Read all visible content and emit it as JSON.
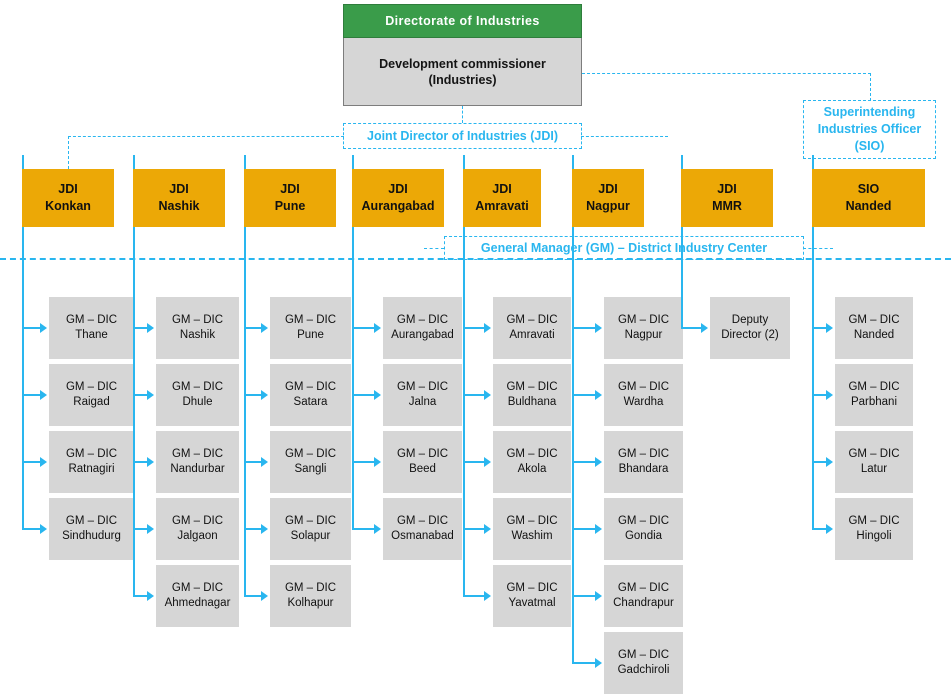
{
  "colors": {
    "green": "#3a9c4a",
    "orange": "#eca806",
    "grey": "#d6d6d6",
    "cyan": "#29b6ef",
    "text_dark": "#111111"
  },
  "header": {
    "title": "Directorate  of Industries",
    "subtitle_line1": "Development  commissioner",
    "subtitle_line2": "(Industries)"
  },
  "legends": {
    "jdi": "Joint Director  of Industries (JDI)",
    "sio_line1": "Superintending",
    "sio_line2": "Industries Officer",
    "sio_line3": "(SIO)",
    "gm": "General Manager (GM) – District Industry  Center"
  },
  "divisions": [
    {
      "id": "konkan",
      "role": "JDI",
      "name": "Konkan",
      "children": [
        {
          "role": "GM – DIC",
          "name": "Thane"
        },
        {
          "role": "GM – DIC",
          "name": "Raigad"
        },
        {
          "role": "GM – DIC",
          "name": "Ratnagiri"
        },
        {
          "role": "GM – DIC",
          "name": "Sindhudurg"
        }
      ]
    },
    {
      "id": "nashik",
      "role": "JDI",
      "name": "Nashik",
      "children": [
        {
          "role": "GM – DIC",
          "name": "Nashik"
        },
        {
          "role": "GM – DIC",
          "name": "Dhule"
        },
        {
          "role": "GM – DIC",
          "name": "Nandurbar"
        },
        {
          "role": "GM – DIC",
          "name": "Jalgaon"
        },
        {
          "role": "GM – DIC",
          "name": "Ahmednagar"
        }
      ]
    },
    {
      "id": "pune",
      "role": "JDI",
      "name": "Pune",
      "children": [
        {
          "role": "GM – DIC",
          "name": "Pune"
        },
        {
          "role": "GM – DIC",
          "name": "Satara"
        },
        {
          "role": "GM – DIC",
          "name": "Sangli"
        },
        {
          "role": "GM – DIC",
          "name": "Solapur"
        },
        {
          "role": "GM – DIC",
          "name": "Kolhapur"
        }
      ]
    },
    {
      "id": "aurangabad",
      "role": "JDI",
      "name": "Aurangabad",
      "children": [
        {
          "role": "GM – DIC",
          "name": "Aurangabad"
        },
        {
          "role": "GM – DIC",
          "name": "Jalna"
        },
        {
          "role": "GM – DIC",
          "name": "Beed"
        },
        {
          "role": "GM – DIC",
          "name": "Osmanabad"
        }
      ]
    },
    {
      "id": "amravati",
      "role": "JDI",
      "name": "Amravati",
      "children": [
        {
          "role": "GM – DIC",
          "name": "Amravati"
        },
        {
          "role": "GM – DIC",
          "name": "Buldhana"
        },
        {
          "role": "GM – DIC",
          "name": "Akola"
        },
        {
          "role": "GM – DIC",
          "name": "Washim"
        },
        {
          "role": "GM – DIC",
          "name": "Yavatmal"
        }
      ]
    },
    {
      "id": "nagpur",
      "role": "JDI",
      "name": "Nagpur",
      "children": [
        {
          "role": "GM – DIC",
          "name": "Nagpur"
        },
        {
          "role": "GM – DIC",
          "name": "Wardha"
        },
        {
          "role": "GM – DIC",
          "name": "Bhandara"
        },
        {
          "role": "GM – DIC",
          "name": "Gondia"
        },
        {
          "role": "GM – DIC",
          "name": "Chandrapur"
        },
        {
          "role": "GM – DIC",
          "name": "Gadchiroli"
        }
      ]
    },
    {
      "id": "mmr",
      "role": "JDI",
      "name": "MMR",
      "children": [
        {
          "role": "Deputy",
          "name": "Director (2)"
        }
      ]
    },
    {
      "id": "nanded",
      "role": "SIO",
      "name": "Nanded",
      "children": [
        {
          "role": "GM – DIC",
          "name": "Nanded"
        },
        {
          "role": "GM – DIC",
          "name": "Parbhani"
        },
        {
          "role": "GM – DIC",
          "name": "Latur"
        },
        {
          "role": "GM – DIC",
          "name": "Hingoli"
        }
      ]
    }
  ]
}
